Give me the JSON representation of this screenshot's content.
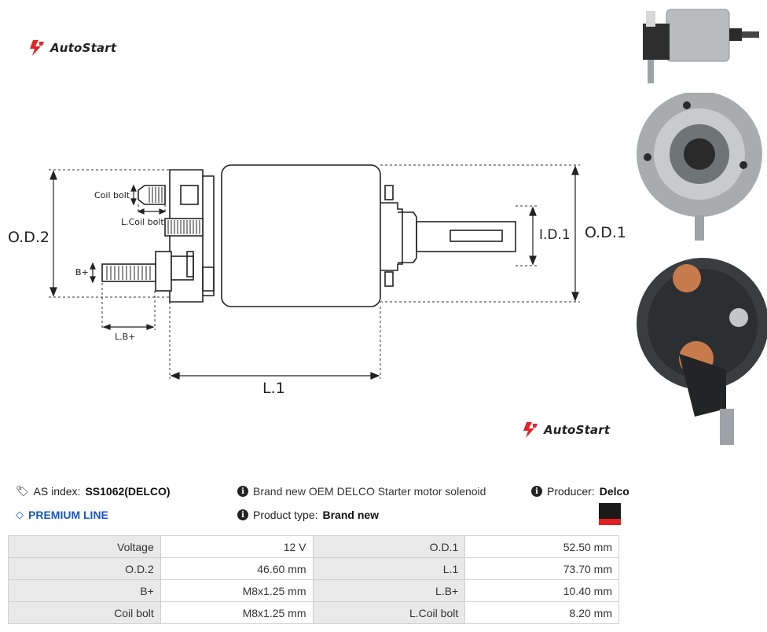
{
  "brand": {
    "name": "AutoStart",
    "accent": "#e0262b"
  },
  "drawing": {
    "labels": {
      "coil_bolt": "Coil bolt",
      "l_coil_bolt": "L.Coil bolt",
      "b_plus": "B+",
      "l_b_plus": "L.B+",
      "od2": "O.D.2",
      "od1": "O.D.1",
      "id1": "I.D.1",
      "l1": "L.1"
    }
  },
  "info": {
    "as_index_label": "AS index:",
    "as_index_value": "SS1062(DELCO)",
    "description": "Brand new OEM DELCO Starter motor solenoid",
    "producer_label": "Producer:",
    "producer_value": "Delco",
    "premium": "PREMIUM LINE",
    "product_type_label": "Product type:",
    "product_type_value": "Brand new",
    "tag_icon": "tag-icon",
    "info_icon": "info-circle-icon",
    "diamond_icon": "diamond-icon",
    "flag_colors": [
      "#1a1a1a",
      "#e02020"
    ]
  },
  "specs": [
    {
      "k1": "Voltage",
      "v1": "12 V",
      "k2": "O.D.1",
      "v2": "52.50 mm"
    },
    {
      "k1": "O.D.2",
      "v1": "46.60 mm",
      "k2": "L.1",
      "v2": "73.70 mm"
    },
    {
      "k1": "B+",
      "v1": "M8x1.25 mm",
      "k2": "L.B+",
      "v2": "10.40 mm"
    },
    {
      "k1": "Coil bolt",
      "v1": "M8x1.25 mm",
      "k2": "L.Coil bolt",
      "v2": "8.20 mm"
    }
  ]
}
